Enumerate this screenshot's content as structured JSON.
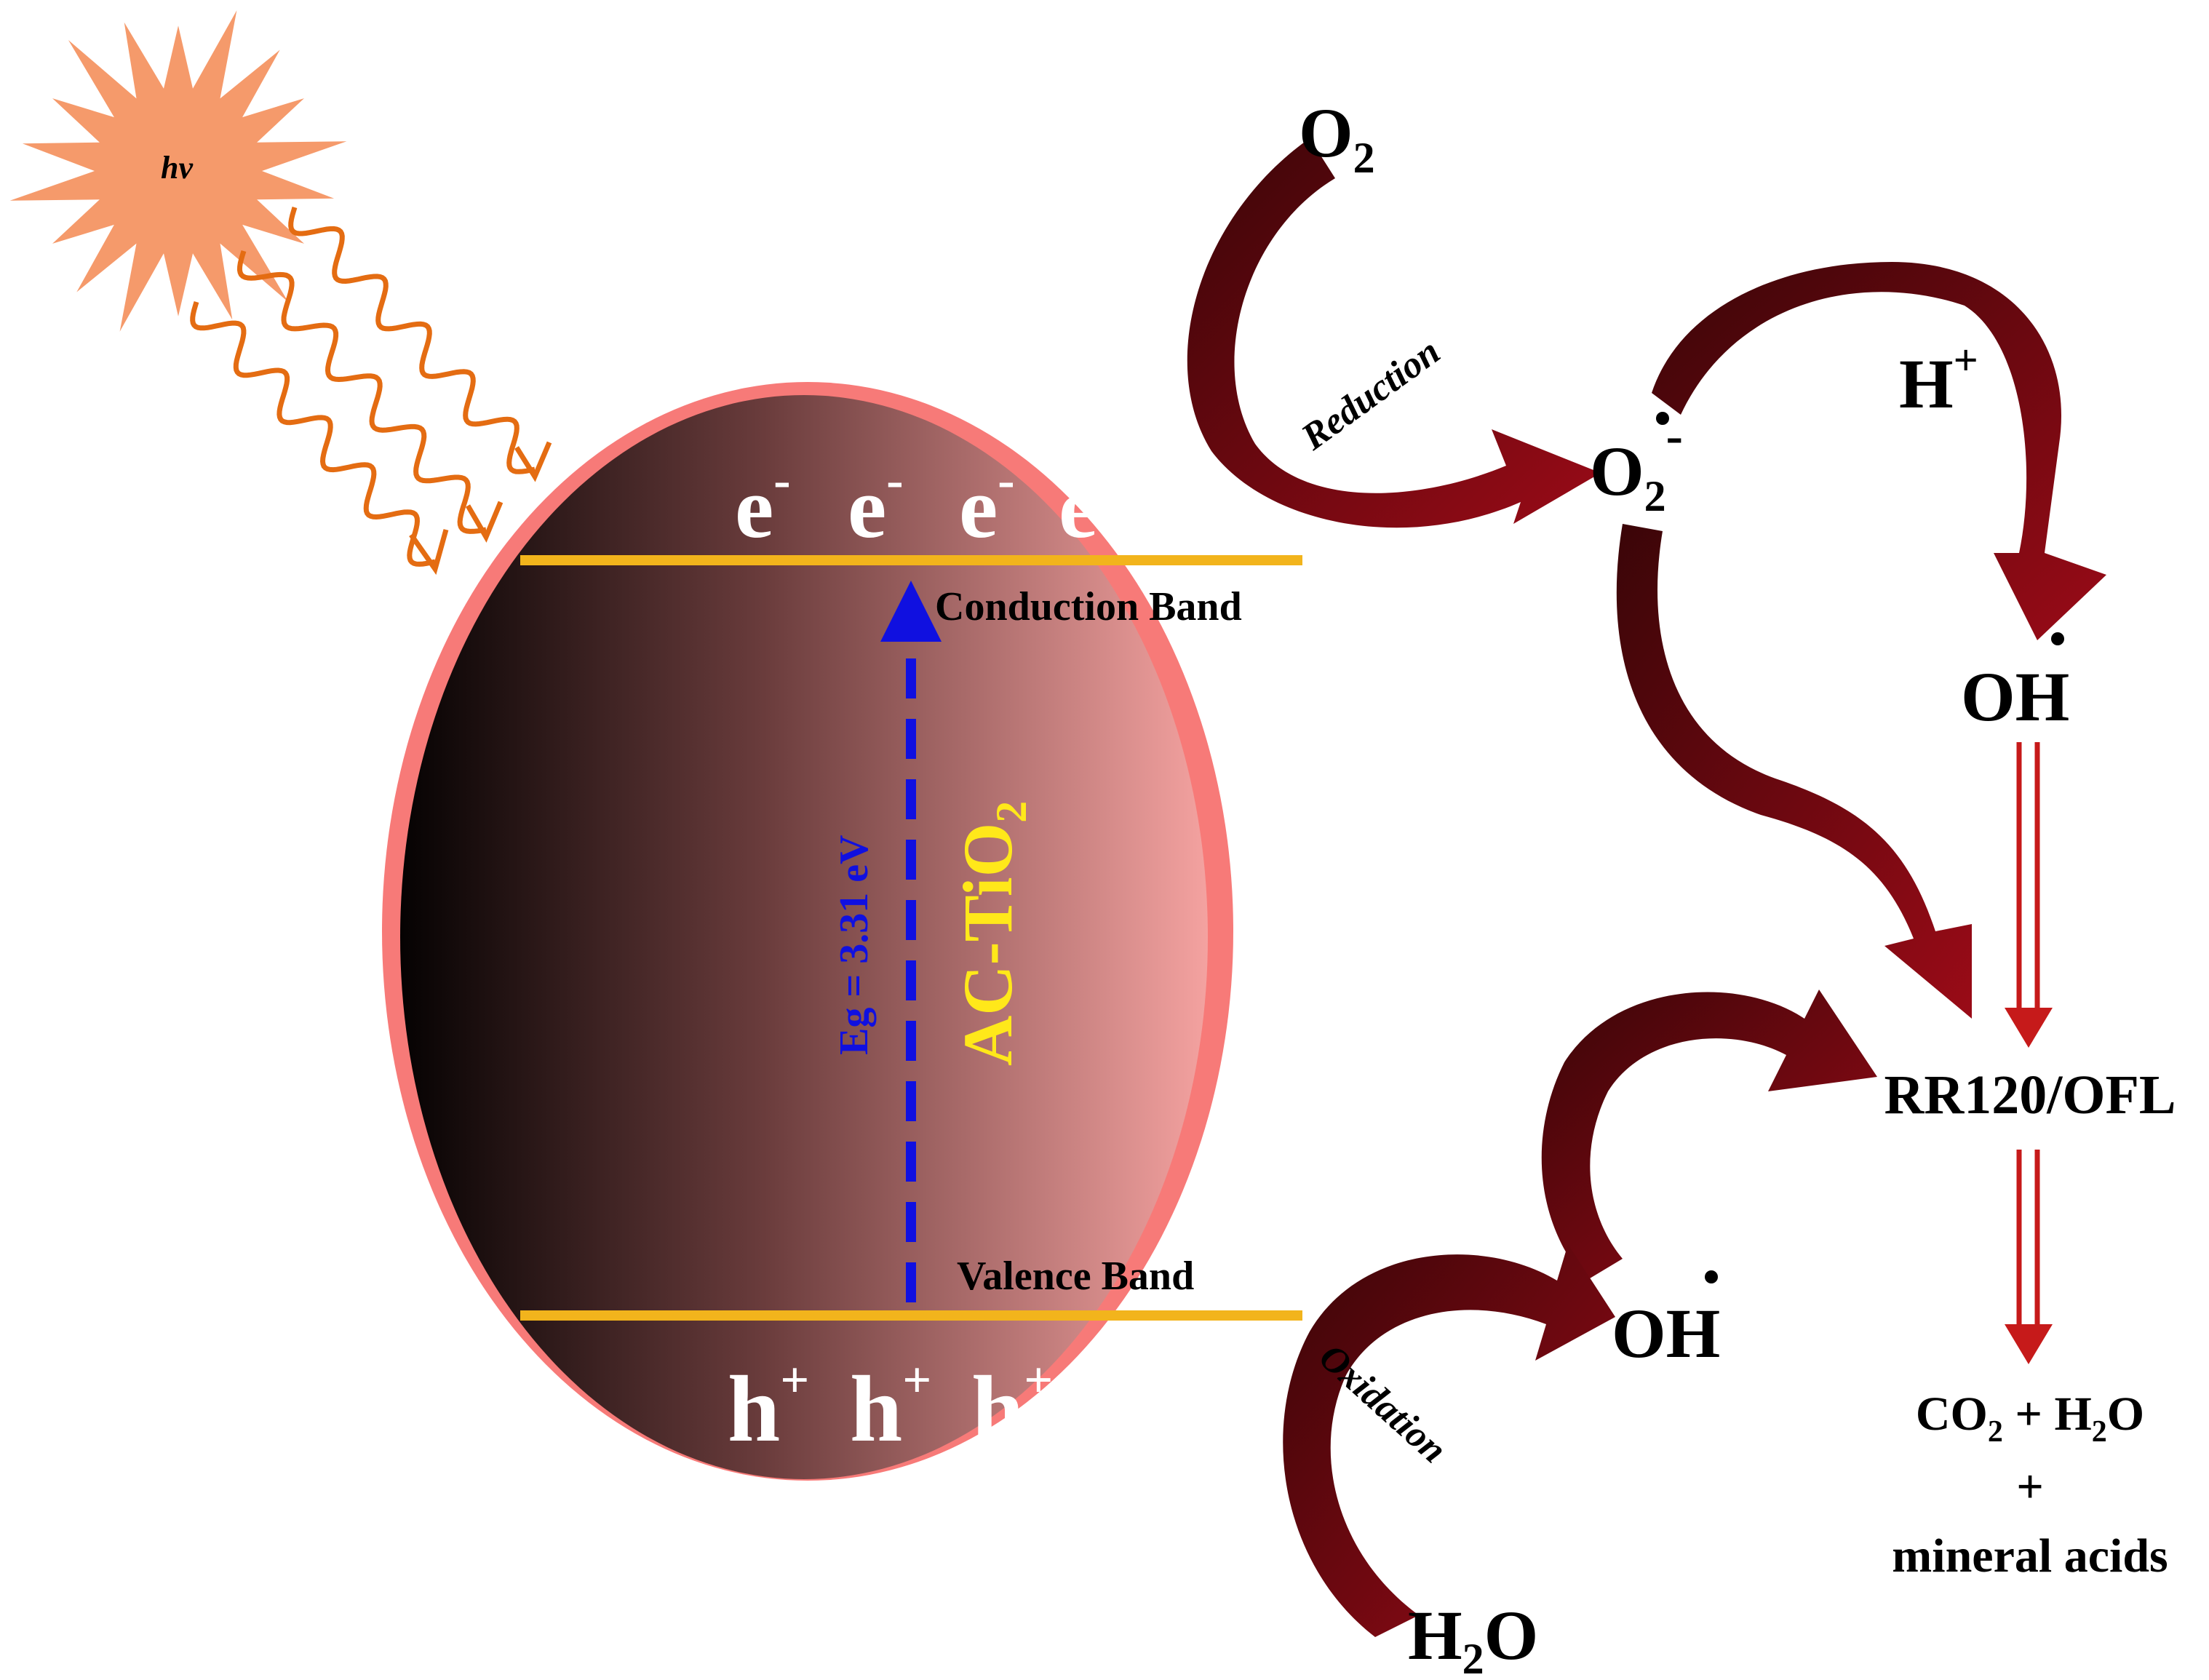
{
  "colors": {
    "sun": "#F59A6B",
    "wave": "#E46C12",
    "arrow_dark": "#3A0508",
    "arrow_red": "#8E0A15",
    "band": "#F2B41C",
    "eg_arrow": "#1010E0",
    "material_label": "#FFE81A",
    "product_arrow": "#C61A1A",
    "sphere_rim": "#F77A78"
  },
  "sun": {
    "label": "hv"
  },
  "particle": {
    "material": "AC-TiO",
    "material_sub": "2",
    "bandgap": "Eg = 3.31 eV",
    "conduction_band": "Conduction Band",
    "valence_band": "Valence Band",
    "electron": "e",
    "electron_charge": "-",
    "hole": "h",
    "hole_charge": "+"
  },
  "processes": {
    "reduction": "Reduction",
    "oxidation": "Oxidation"
  },
  "species": {
    "o2": "O",
    "o2_sub": "2",
    "superoxide": "O",
    "superoxide_sub": "2",
    "superoxide_charge": "-",
    "h_plus": "H",
    "h_plus_charge": "+",
    "oh_radical": "OH",
    "h2o_h": "H",
    "h2o_sub": "2",
    "h2o_o": "O",
    "pollutant": "RR120/OFL",
    "products_line1_co": "CO",
    "products_line1_sub1": "2",
    "products_line1_mid": " + H",
    "products_line1_sub2": "2",
    "products_line1_end": "O",
    "products_plus": "+",
    "products_line3": "mineral acids"
  }
}
